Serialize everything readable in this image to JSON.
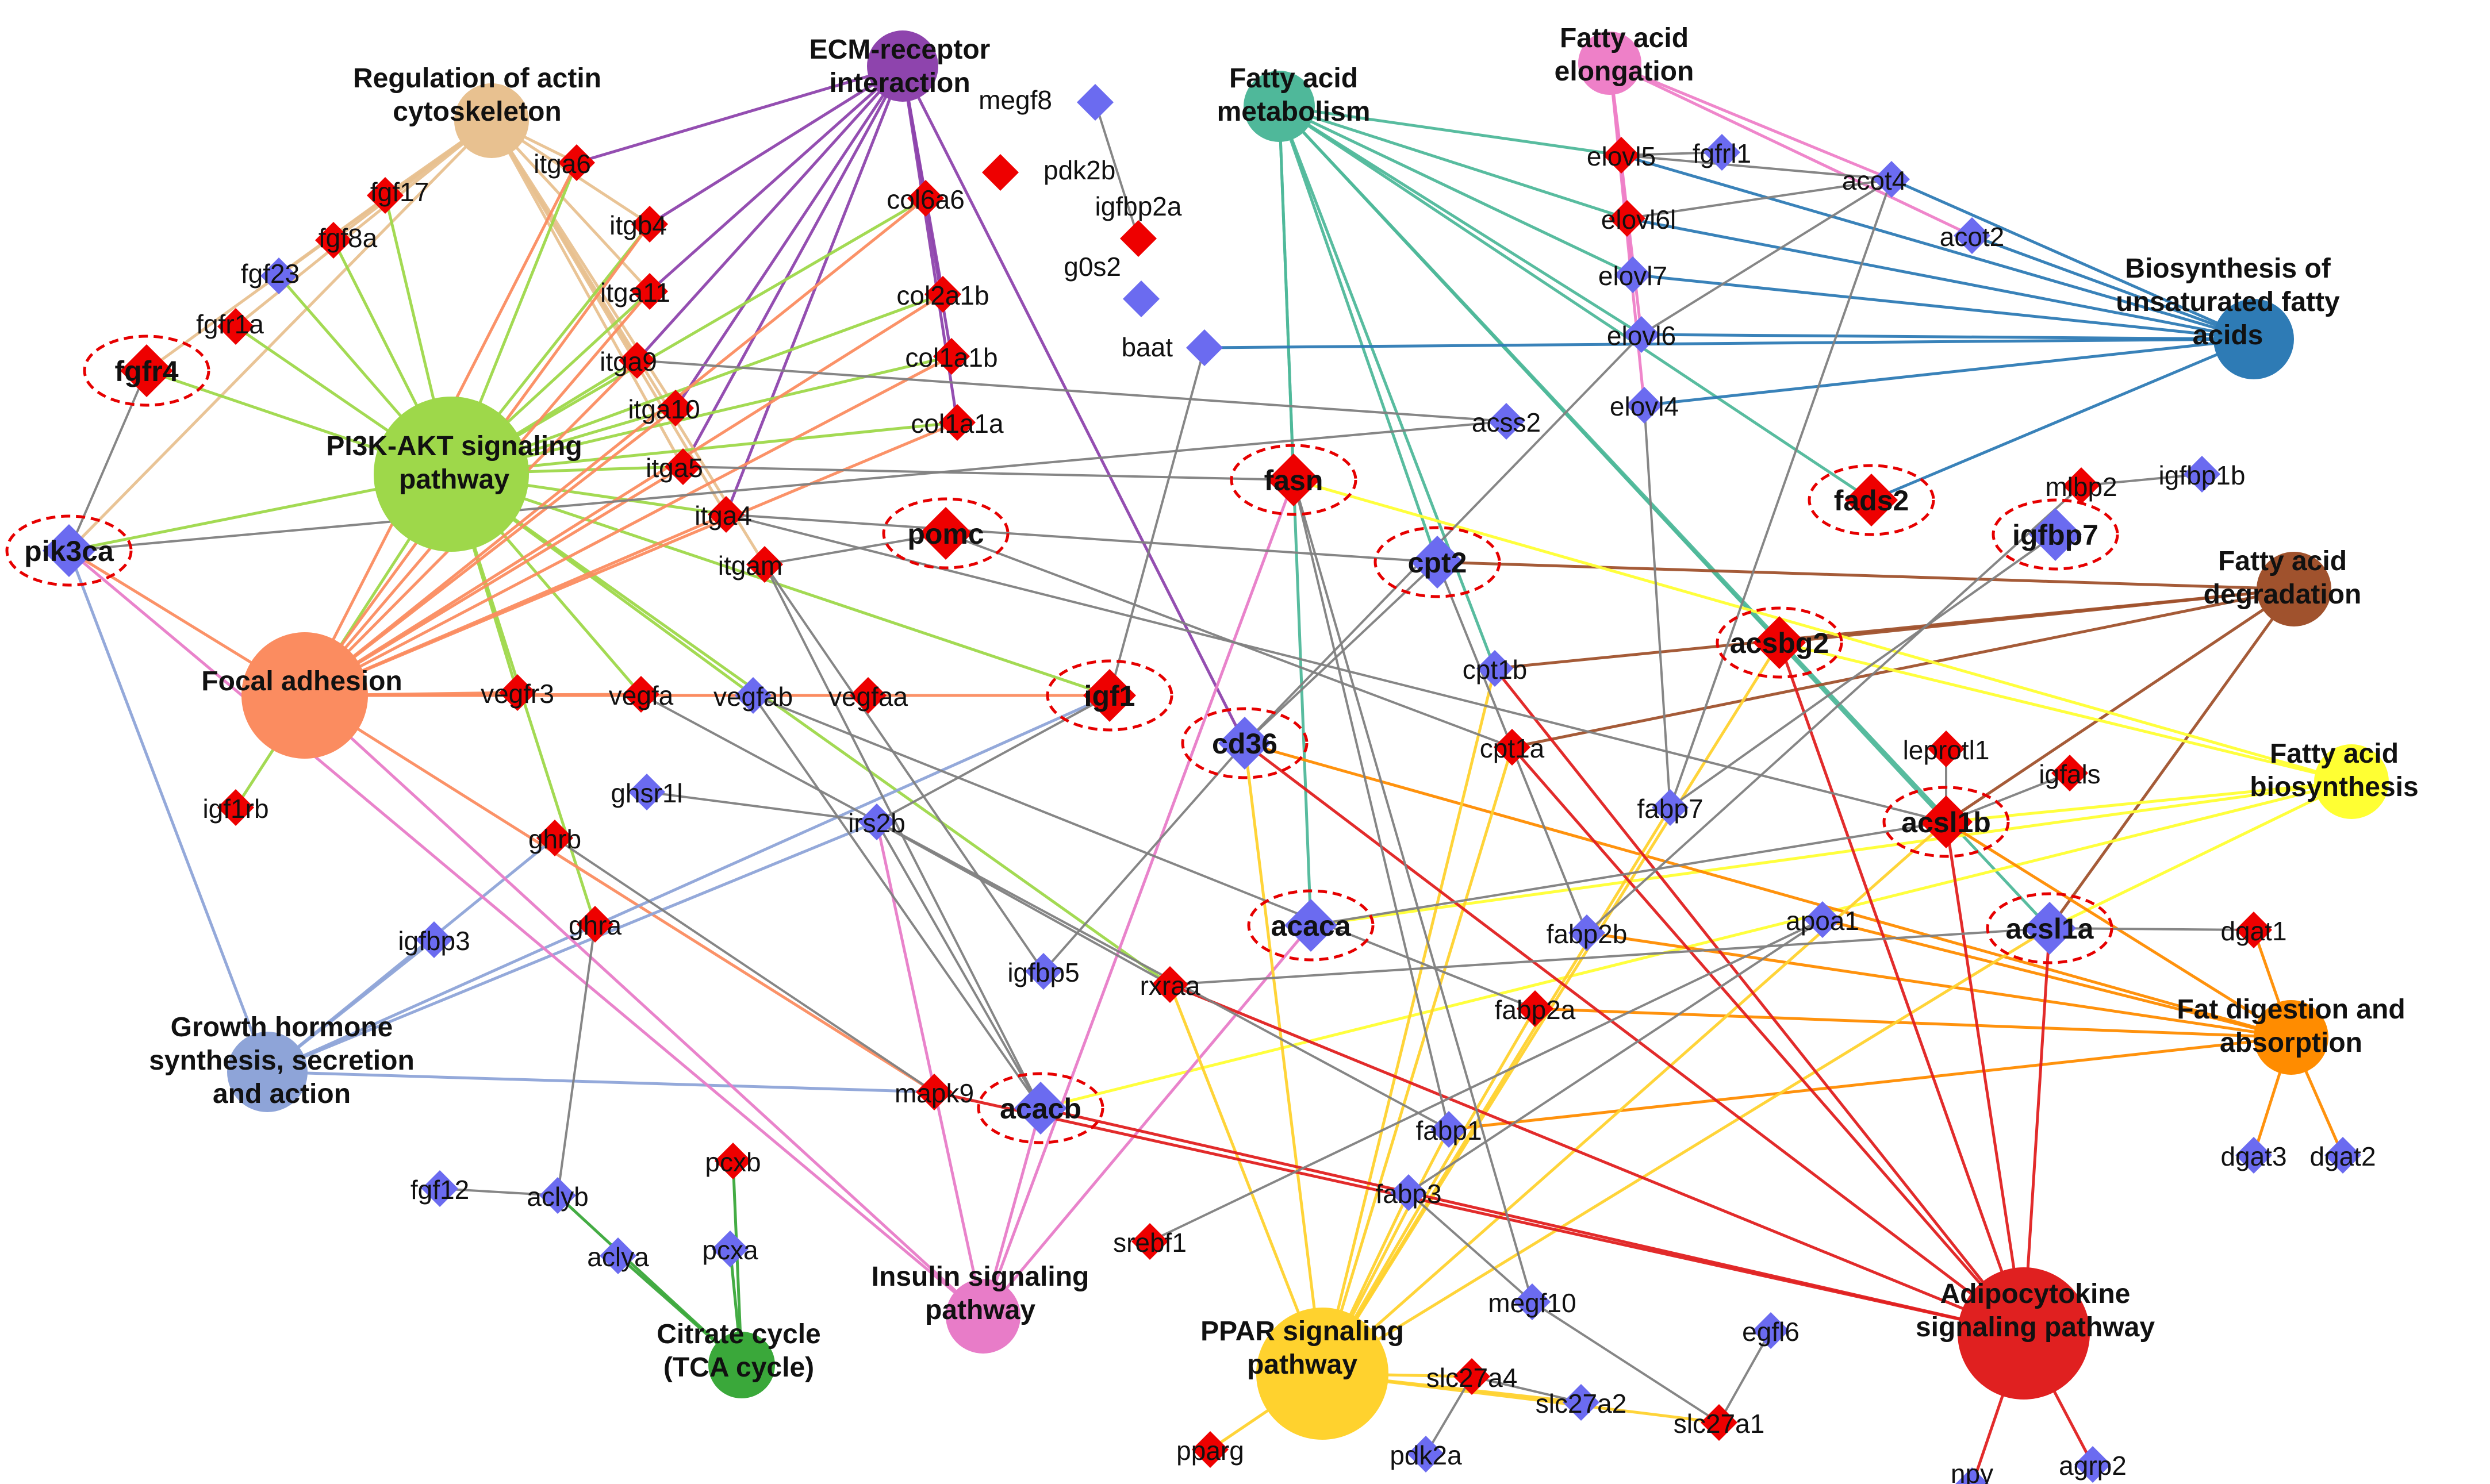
{
  "colors": {
    "up": "#ee0000",
    "down": "#6b6bf0",
    "highlight_ring": "#e60000",
    "default_edge": "#808080"
  },
  "pathways": [
    {
      "id": "ecm",
      "label": [
        "ECM-receptor",
        "interaction"
      ],
      "color": "#8e44ad"
    },
    {
      "id": "actin",
      "label": [
        "Regulation of actin",
        "cytoskeleton"
      ],
      "color": "#e8c190"
    },
    {
      "id": "fam",
      "label": [
        "Fatty acid",
        "metabolism"
      ],
      "color": "#4fb89a"
    },
    {
      "id": "fae",
      "label": [
        "Fatty acid",
        "elongation"
      ],
      "color": "#ee80c8"
    },
    {
      "id": "bufa",
      "label": [
        "Biosynthesis of",
        "unsaturated fatty",
        "acids"
      ],
      "color": "#2e7bb5"
    },
    {
      "id": "pi3k",
      "label": [
        "PI3K-AKT signaling",
        "pathway"
      ],
      "color": "#9ed84a"
    },
    {
      "id": "focal",
      "label": [
        "Focal adhesion"
      ],
      "color": "#fb8c60"
    },
    {
      "id": "fad",
      "label": [
        "Fatty acid",
        "degradation"
      ],
      "color": "#a0522d"
    },
    {
      "id": "fab",
      "label": [
        "Fatty acid",
        "biosynthesis"
      ],
      "color": "#ffff33"
    },
    {
      "id": "fda",
      "label": [
        "Fat digestion and",
        "absorption"
      ],
      "color": "#ff8c00"
    },
    {
      "id": "gh",
      "label": [
        "Growth hormone",
        "synthesis, secretion",
        "and action"
      ],
      "color": "#8ea4d8"
    },
    {
      "id": "insulin",
      "label": [
        "Insulin signaling",
        "pathway"
      ],
      "color": "#e87cc8"
    },
    {
      "id": "tca",
      "label": [
        "Citrate cycle",
        "(TCA cycle)"
      ],
      "color": "#3aa83a"
    },
    {
      "id": "ppar",
      "label": [
        "PPAR signaling",
        "pathway"
      ],
      "color": "#ffd22e"
    },
    {
      "id": "adipo",
      "label": [
        "Adipocytokine",
        "signaling pathway"
      ],
      "color": "#e02020"
    }
  ],
  "genes": [
    {
      "id": "megf8",
      "label": "megf8",
      "reg": "down"
    },
    {
      "id": "pdk2b",
      "label": "pdk2b",
      "reg": "up"
    },
    {
      "id": "igfbp2a",
      "label": "igfbp2a",
      "reg": "up"
    },
    {
      "id": "g0s2",
      "label": "g0s2",
      "reg": "down"
    },
    {
      "id": "baat",
      "label": "baat",
      "reg": "down"
    },
    {
      "id": "col6a6",
      "label": "col6a6",
      "reg": "up"
    },
    {
      "id": "col2a1b",
      "label": "col2a1b",
      "reg": "up"
    },
    {
      "id": "col1a1b",
      "label": "col1a1b",
      "reg": "up"
    },
    {
      "id": "col1a1a",
      "label": "col1a1a",
      "reg": "up"
    },
    {
      "id": "itga6",
      "label": "itga6",
      "reg": "up"
    },
    {
      "id": "itgb4",
      "label": "itgb4",
      "reg": "up"
    },
    {
      "id": "itga11",
      "label": "itga11",
      "reg": "up"
    },
    {
      "id": "itga9",
      "label": "itga9",
      "reg": "up"
    },
    {
      "id": "itga10",
      "label": "itga10",
      "reg": "up"
    },
    {
      "id": "itga5",
      "label": "itga5",
      "reg": "up"
    },
    {
      "id": "itga4",
      "label": "itga4",
      "reg": "up"
    },
    {
      "id": "itgam",
      "label": "itgam",
      "reg": "up"
    },
    {
      "id": "fgf17",
      "label": "fgf17",
      "reg": "up"
    },
    {
      "id": "fgf8a",
      "label": "fgf8a",
      "reg": "up"
    },
    {
      "id": "fgf23",
      "label": "fgf23",
      "reg": "down"
    },
    {
      "id": "fgfr1a",
      "label": "fgfr1a",
      "reg": "up"
    },
    {
      "id": "fgfr4",
      "label": "fgfr4",
      "reg": "up",
      "hl": true
    },
    {
      "id": "pik3ca",
      "label": "pik3ca",
      "reg": "down",
      "hl": true
    },
    {
      "id": "elovl5",
      "label": "elovl5",
      "reg": "up"
    },
    {
      "id": "fgfrl1",
      "label": "fgfrl1",
      "reg": "down"
    },
    {
      "id": "acot4",
      "label": "acot4",
      "reg": "down"
    },
    {
      "id": "elovl6l",
      "label": "elovl6l",
      "reg": "up"
    },
    {
      "id": "acot2",
      "label": "acot2",
      "reg": "down"
    },
    {
      "id": "elovl7",
      "label": "elovl7",
      "reg": "down"
    },
    {
      "id": "elovl6",
      "label": "elovl6",
      "reg": "down"
    },
    {
      "id": "elovl4",
      "label": "elovl4",
      "reg": "down"
    },
    {
      "id": "acss2",
      "label": "acss2",
      "reg": "down"
    },
    {
      "id": "mlbp2",
      "label": "mlbp2",
      "reg": "up"
    },
    {
      "id": "igfbp1b",
      "label": "igfbp1b",
      "reg": "down"
    },
    {
      "id": "fasn",
      "label": "fasn",
      "reg": "up",
      "hl": true
    },
    {
      "id": "fads2",
      "label": "fads2",
      "reg": "up",
      "hl": true
    },
    {
      "id": "igfbp7",
      "label": "igfbp7",
      "reg": "down",
      "hl": true
    },
    {
      "id": "pomc",
      "label": "pomc",
      "reg": "up",
      "hl": true
    },
    {
      "id": "cpt2",
      "label": "cpt2",
      "reg": "down",
      "hl": true
    },
    {
      "id": "acsbg2",
      "label": "acsbg2",
      "reg": "up",
      "hl": true
    },
    {
      "id": "cpt1b",
      "label": "cpt1b",
      "reg": "down"
    },
    {
      "id": "cpt1a",
      "label": "cpt1a",
      "reg": "up"
    },
    {
      "id": "vegfr3",
      "label": "vegfr3",
      "reg": "up"
    },
    {
      "id": "vegfa",
      "label": "vegfa",
      "reg": "up"
    },
    {
      "id": "vegfab",
      "label": "vegfab",
      "reg": "down"
    },
    {
      "id": "vegfaa",
      "label": "vegfaa",
      "reg": "up"
    },
    {
      "id": "igf1",
      "label": "igf1",
      "reg": "up",
      "hl": true
    },
    {
      "id": "cd36",
      "label": "cd36",
      "reg": "down",
      "hl": true
    },
    {
      "id": "leprotl1",
      "label": "leprotl1",
      "reg": "up"
    },
    {
      "id": "igfals",
      "label": "igfals",
      "reg": "up"
    },
    {
      "id": "acsl1b",
      "label": "acsl1b",
      "reg": "up",
      "hl": true
    },
    {
      "id": "igf1rb",
      "label": "igf1rb",
      "reg": "up"
    },
    {
      "id": "ghsr1l",
      "label": "ghsr1l",
      "reg": "down"
    },
    {
      "id": "ghrb",
      "label": "ghrb",
      "reg": "up"
    },
    {
      "id": "fabp7",
      "label": "fabp7",
      "reg": "down"
    },
    {
      "id": "irs2b",
      "label": "irs2b",
      "reg": "down"
    },
    {
      "id": "ghra",
      "label": "ghra",
      "reg": "up"
    },
    {
      "id": "igfbp3",
      "label": "igfbp3",
      "reg": "down"
    },
    {
      "id": "acaca",
      "label": "acaca",
      "reg": "down",
      "hl": true
    },
    {
      "id": "fabp2b",
      "label": "fabp2b",
      "reg": "down"
    },
    {
      "id": "apoa1",
      "label": "apoa1",
      "reg": "down"
    },
    {
      "id": "acsl1a",
      "label": "acsl1a",
      "reg": "down",
      "hl": true
    },
    {
      "id": "dgat1",
      "label": "dgat1",
      "reg": "up"
    },
    {
      "id": "igfbp5",
      "label": "igfbp5",
      "reg": "down"
    },
    {
      "id": "rxraa",
      "label": "rxraa",
      "reg": "up"
    },
    {
      "id": "fabp2a",
      "label": "fabp2a",
      "reg": "up"
    },
    {
      "id": "mapk9",
      "label": "mapk9",
      "reg": "up"
    },
    {
      "id": "acacb",
      "label": "acacb",
      "reg": "down",
      "hl": true
    },
    {
      "id": "fabp1",
      "label": "fabp1",
      "reg": "down"
    },
    {
      "id": "dgat3",
      "label": "dgat3",
      "reg": "down"
    },
    {
      "id": "dgat2",
      "label": "dgat2",
      "reg": "down"
    },
    {
      "id": "fgf12",
      "label": "fgf12",
      "reg": "down"
    },
    {
      "id": "aclyb",
      "label": "aclyb",
      "reg": "down"
    },
    {
      "id": "pcxb",
      "label": "pcxb",
      "reg": "up"
    },
    {
      "id": "pcxa",
      "label": "pcxa",
      "reg": "down"
    },
    {
      "id": "fabp3",
      "label": "fabp3",
      "reg": "down"
    },
    {
      "id": "aclya",
      "label": "aclya",
      "reg": "down"
    },
    {
      "id": "srebf1",
      "label": "srebf1",
      "reg": "up"
    },
    {
      "id": "megf10",
      "label": "megf10",
      "reg": "down"
    },
    {
      "id": "egfl6",
      "label": "egfl6",
      "reg": "down"
    },
    {
      "id": "slc27a4",
      "label": "slc27a4",
      "reg": "up"
    },
    {
      "id": "slc27a2",
      "label": "slc27a2",
      "reg": "down"
    },
    {
      "id": "slc27a1",
      "label": "slc27a1",
      "reg": "up"
    },
    {
      "id": "pparg",
      "label": "pparg",
      "reg": "up"
    },
    {
      "id": "pdk2a",
      "label": "pdk2a",
      "reg": "down"
    },
    {
      "id": "npy",
      "label": "npy",
      "reg": "down"
    },
    {
      "id": "agrp2",
      "label": "agrp2",
      "reg": "down"
    }
  ],
  "edges": [
    [
      "ecm",
      "itga6"
    ],
    [
      "ecm",
      "itgb4"
    ],
    [
      "ecm",
      "itga11"
    ],
    [
      "ecm",
      "itga9"
    ],
    [
      "ecm",
      "itga10"
    ],
    [
      "ecm",
      "itga5"
    ],
    [
      "ecm",
      "itga4"
    ],
    [
      "ecm",
      "col6a6"
    ],
    [
      "ecm",
      "col2a1b"
    ],
    [
      "ecm",
      "col1a1b"
    ],
    [
      "ecm",
      "col1a1a"
    ],
    [
      "ecm",
      "cd36"
    ],
    [
      "actin",
      "fgf17"
    ],
    [
      "actin",
      "fgf8a"
    ],
    [
      "actin",
      "fgf23"
    ],
    [
      "actin",
      "fgfr1a"
    ],
    [
      "actin",
      "fgfr4"
    ],
    [
      "actin",
      "pik3ca"
    ],
    [
      "actin",
      "itga6"
    ],
    [
      "actin",
      "itgb4"
    ],
    [
      "actin",
      "itga11"
    ],
    [
      "actin",
      "itga9"
    ],
    [
      "actin",
      "itga10"
    ],
    [
      "actin",
      "itga5"
    ],
    [
      "actin",
      "itga4"
    ],
    [
      "actin",
      "itgam"
    ],
    [
      "pi3k",
      "fgf17"
    ],
    [
      "pi3k",
      "fgf8a"
    ],
    [
      "pi3k",
      "fgf23"
    ],
    [
      "pi3k",
      "fgfr1a"
    ],
    [
      "pi3k",
      "fgfr4"
    ],
    [
      "pi3k",
      "pik3ca"
    ],
    [
      "pi3k",
      "itga6"
    ],
    [
      "pi3k",
      "itgb4"
    ],
    [
      "pi3k",
      "itga11"
    ],
    [
      "pi3k",
      "itga9"
    ],
    [
      "pi3k",
      "itga10"
    ],
    [
      "pi3k",
      "itga5"
    ],
    [
      "pi3k",
      "itga4"
    ],
    [
      "pi3k",
      "col6a6"
    ],
    [
      "pi3k",
      "col2a1b"
    ],
    [
      "pi3k",
      "col1a1b"
    ],
    [
      "pi3k",
      "col1a1a"
    ],
    [
      "pi3k",
      "vegfr3"
    ],
    [
      "pi3k",
      "vegfa"
    ],
    [
      "pi3k",
      "vegfab"
    ],
    [
      "pi3k",
      "igf1"
    ],
    [
      "pi3k",
      "igf1rb"
    ],
    [
      "pi3k",
      "ghra"
    ],
    [
      "pi3k",
      "rxraa"
    ],
    [
      "focal",
      "pik3ca"
    ],
    [
      "focal",
      "itga6"
    ],
    [
      "focal",
      "itgb4"
    ],
    [
      "focal",
      "itga11"
    ],
    [
      "focal",
      "itga9"
    ],
    [
      "focal",
      "itga10"
    ],
    [
      "focal",
      "itga5"
    ],
    [
      "focal",
      "itga4"
    ],
    [
      "focal",
      "col6a6"
    ],
    [
      "focal",
      "col2a1b"
    ],
    [
      "focal",
      "col1a1b"
    ],
    [
      "focal",
      "col1a1a"
    ],
    [
      "focal",
      "vegfr3"
    ],
    [
      "focal",
      "vegfa"
    ],
    [
      "focal",
      "vegfab"
    ],
    [
      "focal",
      "vegfaa"
    ],
    [
      "focal",
      "igf1"
    ],
    [
      "focal",
      "mapk9"
    ],
    [
      "fam",
      "fasn"
    ],
    [
      "fam",
      "cpt2"
    ],
    [
      "fam",
      "cpt1b"
    ],
    [
      "fam",
      "acaca"
    ],
    [
      "fam",
      "elovl5"
    ],
    [
      "fam",
      "elovl6l"
    ],
    [
      "fam",
      "elovl7"
    ],
    [
      "fam",
      "elovl6"
    ],
    [
      "fam",
      "fads2"
    ],
    [
      "fam",
      "acsl1b"
    ],
    [
      "fam",
      "acsl1a"
    ],
    [
      "fam",
      "acsbg2"
    ],
    [
      "fae",
      "elovl5"
    ],
    [
      "fae",
      "elovl6l"
    ],
    [
      "fae",
      "elovl7"
    ],
    [
      "fae",
      "elovl6"
    ],
    [
      "fae",
      "elovl4"
    ],
    [
      "fae",
      "acot4"
    ],
    [
      "fae",
      "acot2"
    ],
    [
      "bufa",
      "elovl5"
    ],
    [
      "bufa",
      "elovl6l"
    ],
    [
      "bufa",
      "elovl7"
    ],
    [
      "bufa",
      "elovl6"
    ],
    [
      "bufa",
      "elovl4"
    ],
    [
      "bufa",
      "acot4"
    ],
    [
      "bufa",
      "acot2"
    ],
    [
      "bufa",
      "fads2"
    ],
    [
      "bufa",
      "baat"
    ],
    [
      "fad",
      "cpt2"
    ],
    [
      "fad",
      "cpt1b"
    ],
    [
      "fad",
      "cpt1a"
    ],
    [
      "fad",
      "acsbg2"
    ],
    [
      "fad",
      "acsl1b"
    ],
    [
      "fad",
      "acsl1a"
    ],
    [
      "fab",
      "fasn"
    ],
    [
      "fab",
      "acaca"
    ],
    [
      "fab",
      "acsl1b"
    ],
    [
      "fab",
      "acacb"
    ],
    [
      "fab",
      "acsbg2"
    ],
    [
      "fab",
      "acsl1a"
    ],
    [
      "fda",
      "cd36"
    ],
    [
      "fda",
      "dgat1"
    ],
    [
      "fda",
      "dgat2"
    ],
    [
      "fda",
      "dgat3"
    ],
    [
      "fda",
      "fabp2a"
    ],
    [
      "fda",
      "fabp2b"
    ],
    [
      "fda",
      "fabp1"
    ],
    [
      "fda",
      "apoa1"
    ],
    [
      "fda",
      "acsl1b"
    ],
    [
      "gh",
      "pik3ca"
    ],
    [
      "gh",
      "ghrb"
    ],
    [
      "gh",
      "igfbp3"
    ],
    [
      "gh",
      "igf1"
    ],
    [
      "gh",
      "irs2b"
    ],
    [
      "gh",
      "mapk9"
    ],
    [
      "insulin",
      "fasn"
    ],
    [
      "insulin",
      "acaca"
    ],
    [
      "insulin",
      "acacb"
    ],
    [
      "insulin",
      "irs2b"
    ],
    [
      "insulin",
      "pik3ca"
    ],
    [
      "insulin",
      "focal"
    ],
    [
      "tca",
      "pcxb"
    ],
    [
      "tca",
      "pcxa"
    ],
    [
      "tca",
      "aclya"
    ],
    [
      "tca",
      "aclyb"
    ],
    [
      "ppar",
      "cd36"
    ],
    [
      "ppar",
      "fabp1"
    ],
    [
      "ppar",
      "fabp3"
    ],
    [
      "ppar",
      "fabp7"
    ],
    [
      "ppar",
      "fabp2a"
    ],
    [
      "ppar",
      "acsbg2"
    ],
    [
      "ppar",
      "acsl1b"
    ],
    [
      "ppar",
      "acsl1a"
    ],
    [
      "ppar",
      "cpt1b"
    ],
    [
      "ppar",
      "cpt1a"
    ],
    [
      "ppar",
      "rxraa"
    ],
    [
      "ppar",
      "pparg"
    ],
    [
      "ppar",
      "slc27a4"
    ],
    [
      "ppar",
      "slc27a1"
    ],
    [
      "ppar",
      "slc27a2"
    ],
    [
      "adipo",
      "cd36"
    ],
    [
      "adipo",
      "acsbg2"
    ],
    [
      "adipo",
      "acsl1b"
    ],
    [
      "adipo",
      "acsl1a"
    ],
    [
      "adipo",
      "rxraa"
    ],
    [
      "adipo",
      "acacb"
    ],
    [
      "adipo",
      "npy"
    ],
    [
      "adipo",
      "agrp2"
    ],
    [
      "adipo",
      "cpt1a"
    ],
    [
      "adipo",
      "cpt1b"
    ],
    [
      "adipo",
      "mapk9"
    ],
    [
      "megf8",
      "igfbp2a"
    ],
    [
      "baat",
      "igf1"
    ],
    [
      "acss2",
      "pik3ca"
    ],
    [
      "acss2",
      "itga9"
    ],
    [
      "elovl5",
      "acot4"
    ],
    [
      "fgfrl1",
      "elovl5"
    ],
    [
      "acot4",
      "fabp7"
    ],
    [
      "acot4",
      "elovl6l"
    ],
    [
      "elovl6",
      "cd36"
    ],
    [
      "elovl6",
      "acot4"
    ],
    [
      "elovl4",
      "fabp7"
    ],
    [
      "mlbp2",
      "igfbp1b"
    ],
    [
      "mlbp2",
      "fabp2b"
    ],
    [
      "fgfr4",
      "pik3ca"
    ],
    [
      "itga5",
      "fasn"
    ],
    [
      "itga4",
      "cpt2"
    ],
    [
      "itga4",
      "acsl1b"
    ],
    [
      "itgam",
      "acacb"
    ],
    [
      "itgam",
      "igfbp5"
    ],
    [
      "pomc",
      "cpt1a"
    ],
    [
      "pomc",
      "itgam"
    ],
    [
      "vegfab",
      "fabp2a"
    ],
    [
      "vegfab",
      "acacb"
    ],
    [
      "vegfa",
      "fabp1"
    ],
    [
      "ghsr1l",
      "irs2b"
    ],
    [
      "ghrb",
      "mapk9"
    ],
    [
      "ghra",
      "aclyb"
    ],
    [
      "cd36",
      "igfbp5"
    ],
    [
      "cd36",
      "cpt2"
    ],
    [
      "fasn",
      "fabp1"
    ],
    [
      "cpt2",
      "fabp2b"
    ],
    [
      "igf1",
      "irs2b"
    ],
    [
      "irs2b",
      "acacb"
    ],
    [
      "irs2b",
      "rxraa"
    ],
    [
      "rxraa",
      "acsl1a"
    ],
    [
      "apoa1",
      "srebf1"
    ],
    [
      "apoa1",
      "fabp3"
    ],
    [
      "leprotl1",
      "acsl1b"
    ],
    [
      "igfals",
      "acsl1b"
    ],
    [
      "acsl1a",
      "dgat1"
    ],
    [
      "fabp7",
      "igfbp7"
    ],
    [
      "acaca",
      "acsl1b"
    ],
    [
      "megf10",
      "fasn"
    ],
    [
      "slc27a1",
      "egfl6"
    ],
    [
      "slc27a1",
      "megf10"
    ],
    [
      "slc27a4",
      "pdk2a"
    ],
    [
      "slc27a4",
      "slc27a2"
    ],
    [
      "fgf12",
      "aclyb"
    ],
    [
      "fabp3",
      "megf10"
    ]
  ]
}
